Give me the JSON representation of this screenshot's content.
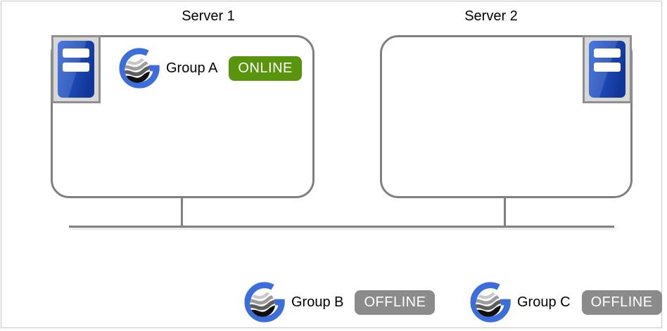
{
  "servers": [
    {
      "label": "Server 1",
      "group": {
        "name": "Group A",
        "status": "ONLINE",
        "status_color": "#59950c"
      }
    },
    {
      "label": "Server 2",
      "group": null
    }
  ],
  "unattached_groups": [
    {
      "name": "Group B",
      "status": "OFFLINE",
      "status_color": "#8b8b8b"
    },
    {
      "name": "Group C",
      "status": "OFFLINE",
      "status_color": "#8b8b8b"
    }
  ],
  "colors": {
    "online_green": "#59950c",
    "offline_gray": "#8b8b8b",
    "box_border": "#808080",
    "connector_line": "#808080",
    "group_icon_blue": "#3b6edb",
    "server_icon_blue_light": "#2f65da",
    "server_icon_blue_dark": "#113699",
    "server_icon_frame": "#d7d7d7"
  },
  "icons": {
    "server": "server-icon",
    "availability_group": "availability-group-icon"
  }
}
